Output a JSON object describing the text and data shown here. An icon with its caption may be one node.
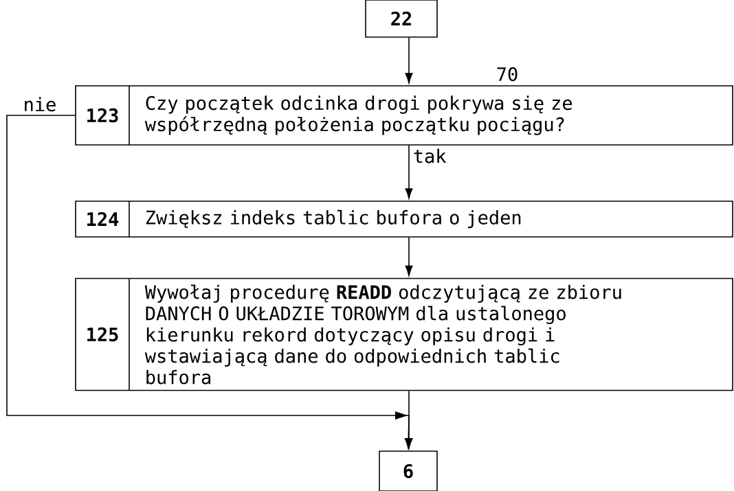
{
  "diagram": {
    "nodes": [
      {
        "text": [
          "22"
        ]
      },
      {
        "text": [
          "123",
          "Czy początek odcinka drogi pokrywa się ze współrzędną położenia początku pociągu?"
        ]
      },
      {
        "text": [
          "124",
          "Zwiększ indeks tablic bufora o jeden"
        ]
      },
      {
        "text": [
          "125",
          "Wywołaj procedurę **READD** odczytującą ze zbioru DANYCH O UKŁADZIE TOROWYM dla ustalonego kierunku rekord dotyczący opisu drogi i wstawiającą dane do odpowiednich tablic bufora"
        ]
      },
      {
        "text": [
          "6"
        ]
      }
    ],
    "edges": [
      {
        "from": 0,
        "to": 1,
        "arrow": "to"
      },
      {
        "from": 1,
        "to": 2,
        "arrow": "to",
        "label": "tak"
      },
      {
        "from": 2,
        "to": 3,
        "arrow": "to"
      },
      {
        "from": 3,
        "to": 4,
        "arrow": "to"
      },
      {
        "from": 1,
        "to": 4,
        "arrow": "to",
        "label": "nie"
      }
    ],
    "labels": [
      "70"
    ]
  }
}
